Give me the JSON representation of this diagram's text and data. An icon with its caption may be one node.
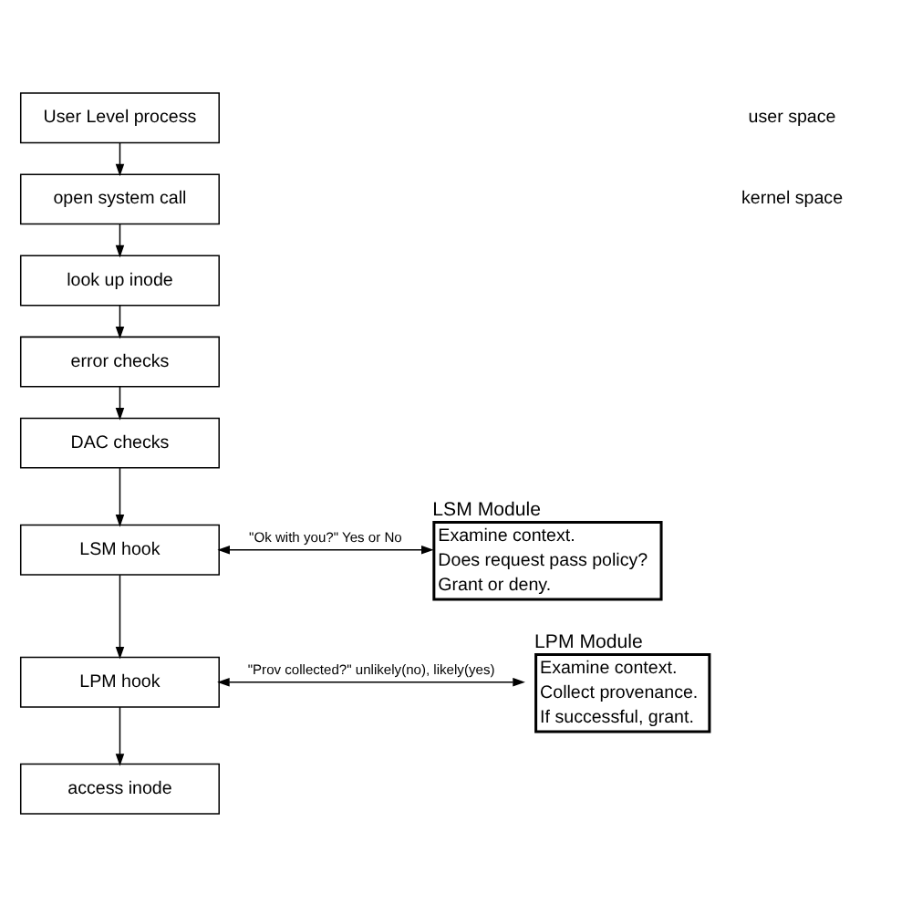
{
  "diagram": {
    "nodes": [
      {
        "text": [
          "User Level process"
        ]
      },
      {
        "text": [
          "open system call"
        ]
      },
      {
        "text": [
          "look up inode"
        ]
      },
      {
        "text": [
          "error checks"
        ]
      },
      {
        "text": [
          "DAC checks"
        ]
      },
      {
        "text": [
          "LSM hook"
        ]
      },
      {
        "text": [
          "LSM Module",
          "Examine context.",
          "Does request pass policy?",
          "Grant or deny."
        ]
      },
      {
        "text": [
          "LPM hook"
        ]
      },
      {
        "text": [
          "LPM Module",
          "Examine context.",
          "Collect provenance.",
          "If successful, grant."
        ]
      },
      {
        "text": [
          "access inode"
        ]
      }
    ],
    "edges": [
      {
        "from": 0,
        "to": 1,
        "arrow": "to"
      },
      {
        "from": 1,
        "to": 2,
        "arrow": "to"
      },
      {
        "from": 2,
        "to": 3,
        "arrow": "to"
      },
      {
        "from": 3,
        "to": 4,
        "arrow": "to"
      },
      {
        "from": 4,
        "to": 5,
        "arrow": "to"
      },
      {
        "from": 5,
        "to": 6,
        "arrow": "both",
        "label": "\"Ok with you?\" Yes or No"
      },
      {
        "from": 5,
        "to": 7,
        "arrow": "to"
      },
      {
        "from": 7,
        "to": 8,
        "arrow": "both",
        "label": "\"Prov collected?\" unlikely(no), likely(yes)"
      },
      {
        "from": 7,
        "to": 9,
        "arrow": "to"
      }
    ],
    "labels": [
      "user space",
      "kernel space"
    ]
  }
}
